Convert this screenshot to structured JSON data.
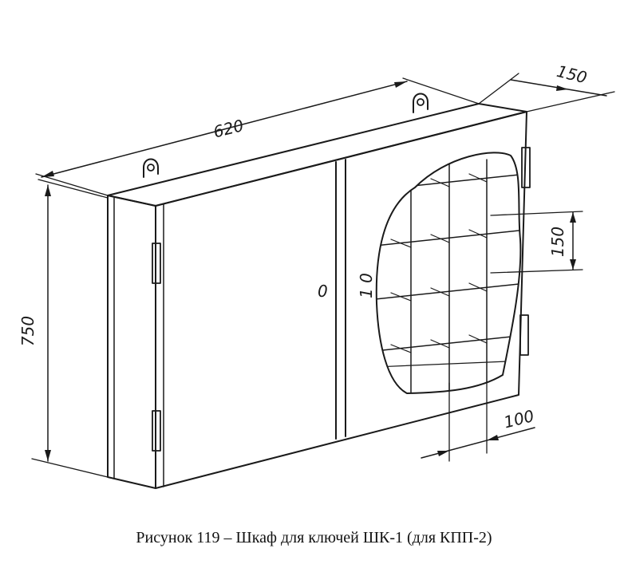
{
  "dimensions": {
    "width": "620",
    "depth": "150",
    "height": "750",
    "cell_height": "150",
    "cell_width": "100"
  },
  "door_labels": {
    "left": "0",
    "right": "1 0"
  },
  "caption": "Рисунок 119 – Шкаф для ключей ШК-1 (для КПП-2)",
  "colors": {
    "line": "#1a1a1a",
    "background": "#ffffff"
  }
}
